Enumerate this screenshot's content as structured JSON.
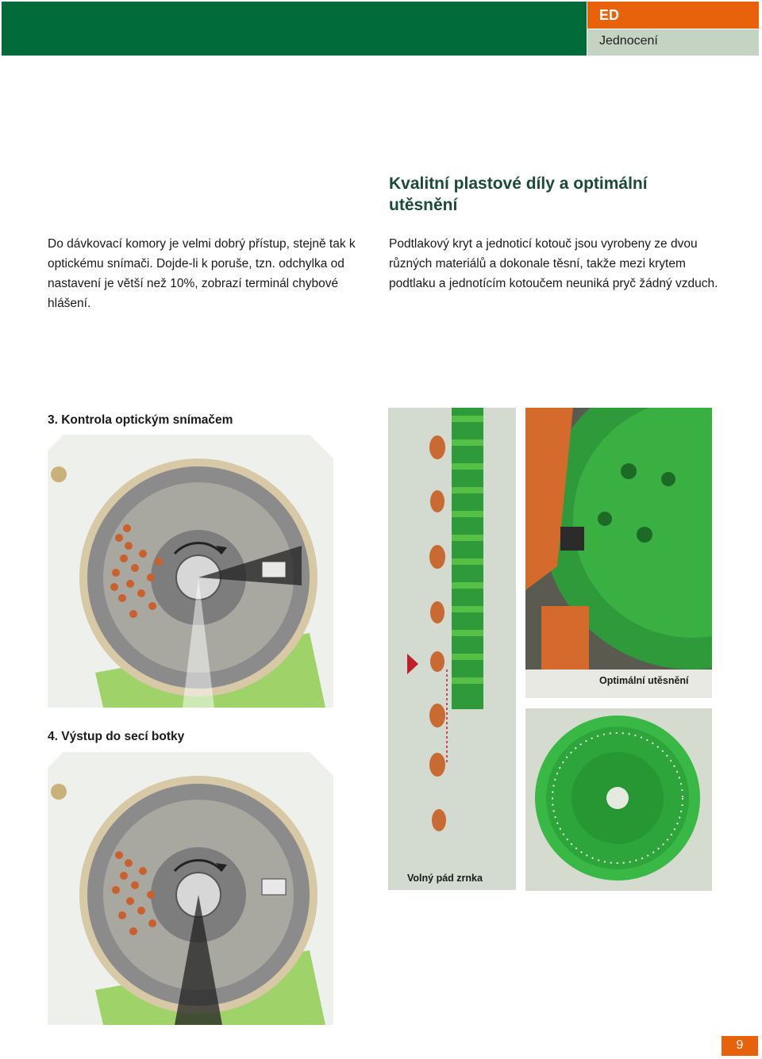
{
  "header": {
    "brand": "ED",
    "section": "Jednocení"
  },
  "heading": "Kvalitní plastové díly a optimální utěsnění",
  "left_paragraph": "Do dávkovací komory je velmi dobrý přístup, stejně tak k optickému snímači. Dojde-li k poruše, tzn. odchylka od nastavení je větší než 10%, zobrazí terminál chybové hlášení.",
  "right_paragraph": "Podtlakový kryt a jednoticí kotouč jsou vyrobeny ze dvou různých materiálů a dokonale těsní, takže mezi krytem podtlaku a jednotícím kotoučem neuniká pryč žádný vzduch.",
  "figures": {
    "fig3_label": "3. Kontrola optickým snímačem",
    "fig4_label": "4. Výstup do secí botky",
    "seed_fall_caption": "Volný pád zrnka",
    "seal_caption": "Optimální utěsnění"
  },
  "page_number": "9",
  "colors": {
    "header_green": "#006a38",
    "brand_orange": "#e8620b",
    "section_tab": "#c5d4c2",
    "disc_green": "#2aa83a"
  }
}
